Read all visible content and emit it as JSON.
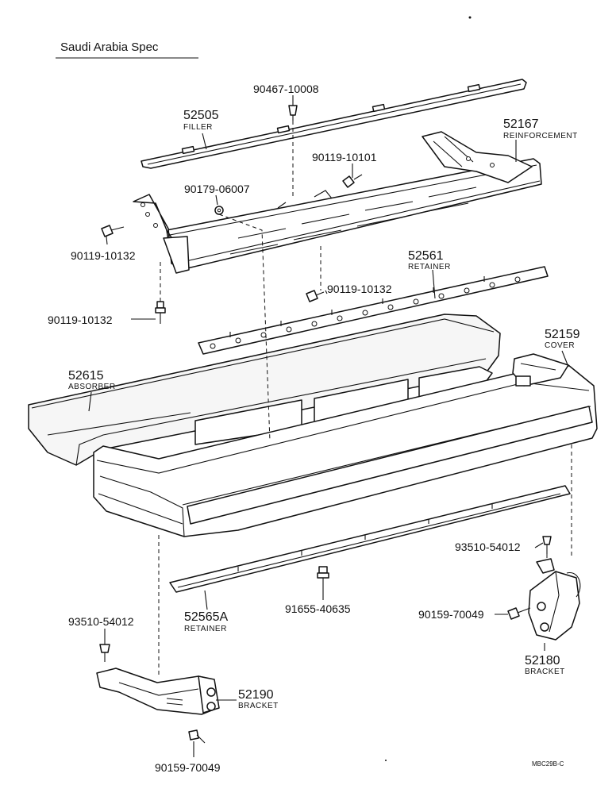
{
  "title": "Saudi Arabia Spec",
  "drawing_code": "MBC29B-C",
  "parts": {
    "filler": {
      "number": "52505",
      "name": "FILLER"
    },
    "reinforcement": {
      "number": "52167",
      "name": "REINFORCEMENT"
    },
    "retainer_upper": {
      "number": "52561",
      "name": "RETAINER"
    },
    "cover": {
      "number": "52159",
      "name": "COVER"
    },
    "absorber": {
      "number": "52615",
      "name": "ABSORBER"
    },
    "retainer_lower": {
      "number": "52565A",
      "name": "RETAINER"
    },
    "bracket_right": {
      "number": "52180",
      "name": "BRACKET"
    },
    "bracket_left": {
      "number": "52190",
      "name": "BRACKET"
    }
  },
  "fasteners": {
    "clip_top": "90467-10008",
    "bolt_reinf": "90119-10101",
    "nut_reinf": "90179-06007",
    "bolt_left_upper": "90119-10132",
    "bolt_left_lower": "90119-10132",
    "bolt_retainer": "90119-10132",
    "screw_right": "93510-54012",
    "bolt_right": "90159-70049",
    "bolt_center": "91655-40635",
    "screw_left": "93510-54012",
    "bolt_left_bracket": "90159-70049"
  }
}
